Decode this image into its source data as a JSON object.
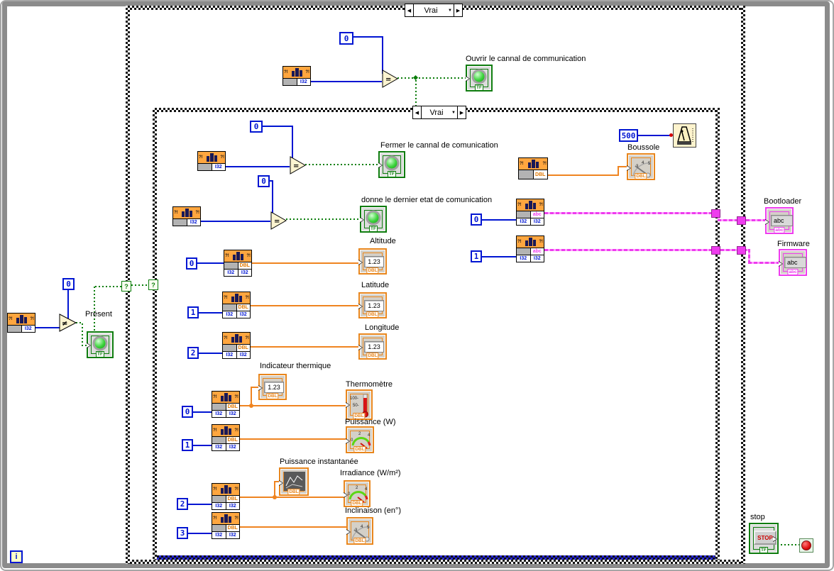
{
  "diagram": {
    "loop_iteration": "i",
    "outer_case_selector": "Vrai",
    "inner_case_selector": "Vrai"
  },
  "glyphs": {
    "qbang": "?!",
    "i32": "I32",
    "dbl": "DBL",
    "abc": "abc",
    "tf": "TF",
    "stop": "STOP",
    "eq": "=",
    "neq": "≠",
    "q": "?",
    "num_display": "1.23",
    "sel_left": "◀",
    "sel_right": "▶",
    "sel_down": "▼",
    "thermo_top": "100-",
    "thermo_mid": "50-"
  },
  "constants": {
    "zero": "0",
    "one": "1",
    "two": "2",
    "three": "3",
    "wait_ms": "500"
  },
  "gauge_ticks": {
    "t0": "0",
    "t2": "2",
    "t4": "4",
    "g3": "3",
    "g4": "4",
    "g5": "5"
  },
  "labels": {
    "ouvrir": "Ouvrir le cannal de communication",
    "fermer": "Fermer le cannal de comunication",
    "donne": "donne le dernier etat de comunication",
    "altitude": "Altitude",
    "latitude": "Latitude",
    "longitude": "Longitude",
    "indicateur_thermique": "Indicateur thermique",
    "thermometre": "Thermomètre",
    "puissance": "Puissance (W)",
    "puissance_instantanee": "Puissance instantanée",
    "irradiance": "Irradiance (W/m²)",
    "inclinaison": "Inclinaison (en°)",
    "boussole": "Boussole",
    "bootloader": "Bootloader",
    "firmware": "Firmware",
    "present": "Présent",
    "stop": "stop"
  },
  "colors": {
    "wire_i32": "#0015d2",
    "wire_dbl": "#ef8420",
    "wire_string": "#ee3cee",
    "wire_bool": "#0a7d0a",
    "subvi_orange": "#ffa63f",
    "loop_border": "#8b8b8b"
  }
}
